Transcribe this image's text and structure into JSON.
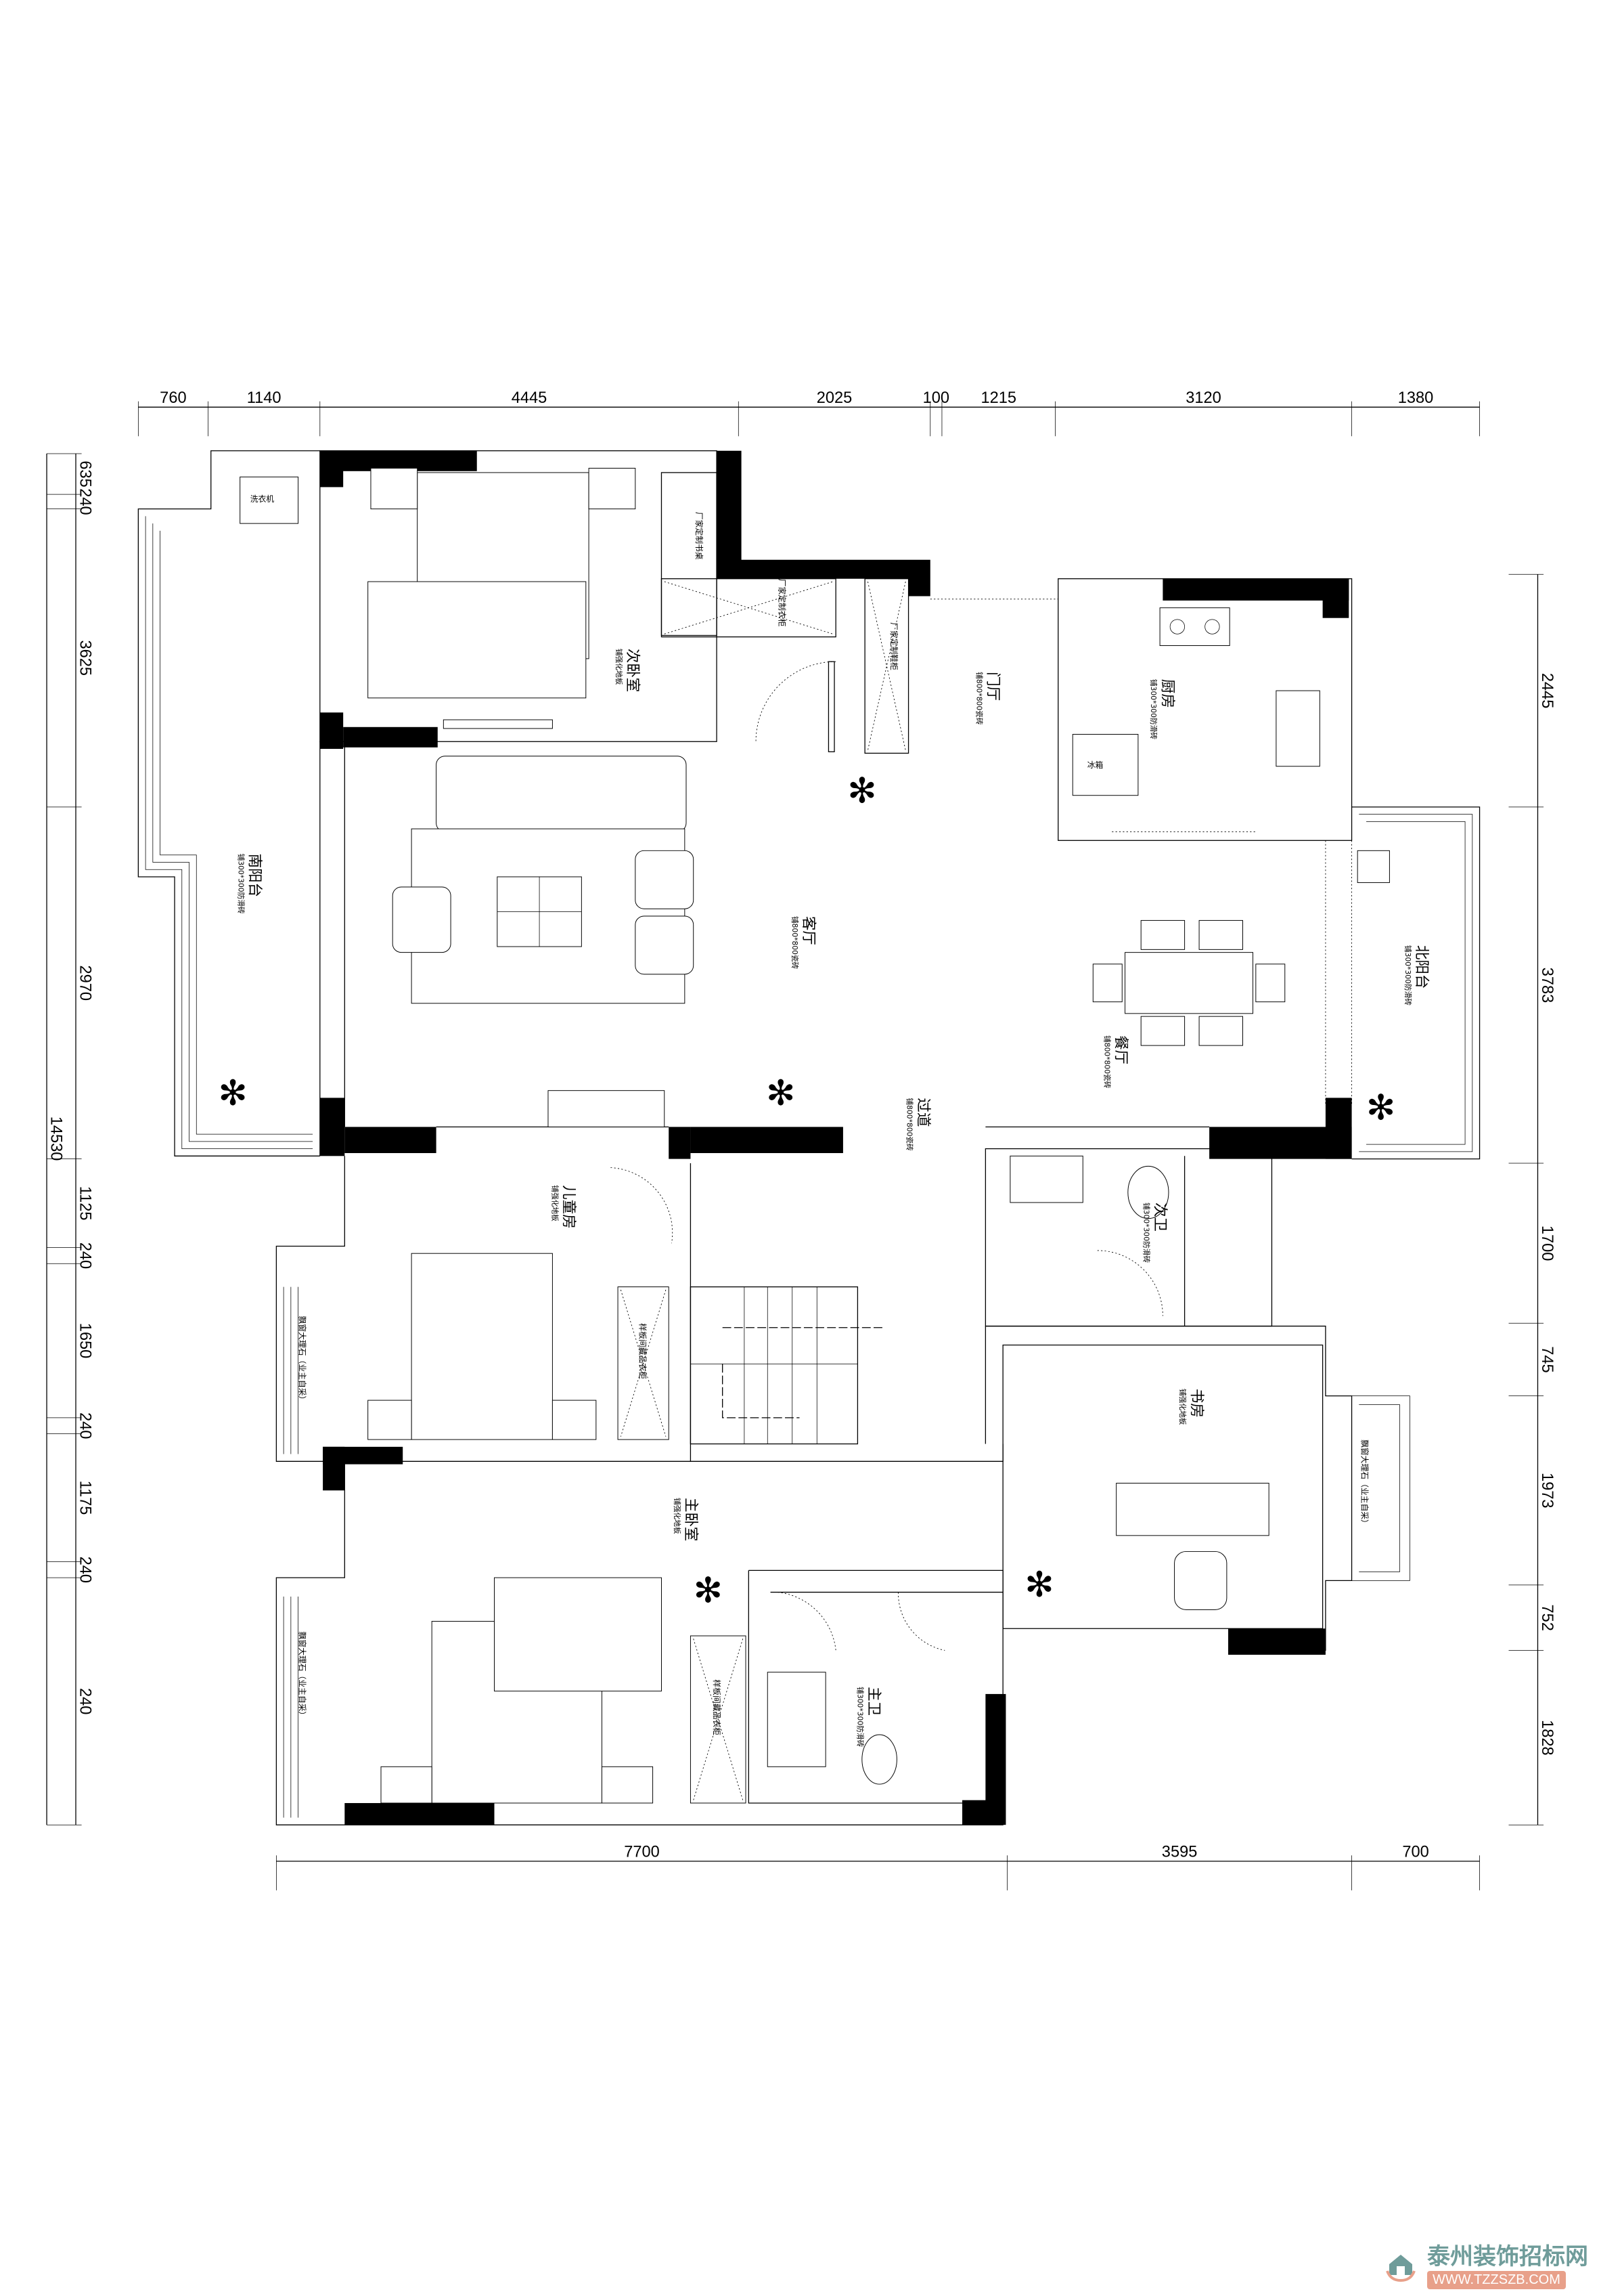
{
  "dimensions": {
    "top": [
      "760",
      "1140",
      "4445",
      "2025",
      "100",
      "1215",
      "3120",
      "1380"
    ],
    "left": [
      "635",
      "240",
      "3625",
      "2970",
      "1125",
      "240",
      "1650",
      "240",
      "1175",
      "240",
      "240"
    ],
    "left_total": "14530",
    "right": [
      "2445",
      "3783",
      "1700",
      "745",
      "1973",
      "752",
      "1828"
    ],
    "bottom": [
      "7700",
      "3595",
      "700"
    ]
  },
  "rooms": {
    "second_bedroom": {
      "name": "次卧室",
      "floor": "铺强化地板"
    },
    "south_balcony": {
      "name": "南阳台",
      "floor": "铺300*300防滑砖"
    },
    "foyer": {
      "name": "门厅",
      "floor": "铺800*800瓷砖"
    },
    "kitchen": {
      "name": "厨房",
      "floor": "铺300*300防滑砖"
    },
    "living_room": {
      "name": "客厅",
      "floor": "铺800*800瓷砖"
    },
    "north_balcony": {
      "name": "北阳台",
      "floor": "铺300*300防滑砖"
    },
    "dining_room": {
      "name": "餐厅",
      "floor": "铺800*800瓷砖"
    },
    "corridor": {
      "name": "过道",
      "floor": "铺800*800瓷砖"
    },
    "second_bathroom": {
      "name": "次卫",
      "floor": "铺300*300防滑砖"
    },
    "children_room": {
      "name": "儿童房",
      "floor": "铺强化地板"
    },
    "study": {
      "name": "书房",
      "floor": "铺强化地板"
    },
    "master_bedroom": {
      "name": "主卧室",
      "floor": "铺强化地板"
    },
    "master_bathroom": {
      "name": "主卫",
      "floor": "铺300*300防滑砖"
    }
  },
  "fixtures": {
    "washing_machine": "洗衣机",
    "fridge": "冰箱",
    "custom_desk": "厂家定制书桌",
    "custom_wardrobe": "厂家定制衣柜",
    "custom_shoe_cabinet": "厂家定制鞋柜",
    "wardrobe_children": "样板间藏品衣柜",
    "wardrobe_master": "样板间藏品衣柜",
    "bay_window_children": "飘窗大理石（业主自采）",
    "bay_window_master": "飘窗大理石（业主自采）",
    "bay_window_study": "飘窗大理石（业主自采）"
  },
  "watermark": {
    "title": "泰州装饰招标网",
    "url": "WWW.TZZSZB.COM"
  },
  "colors": {
    "watermark_title": "#6f9c9a",
    "watermark_url_bg": "#e8a08a"
  }
}
